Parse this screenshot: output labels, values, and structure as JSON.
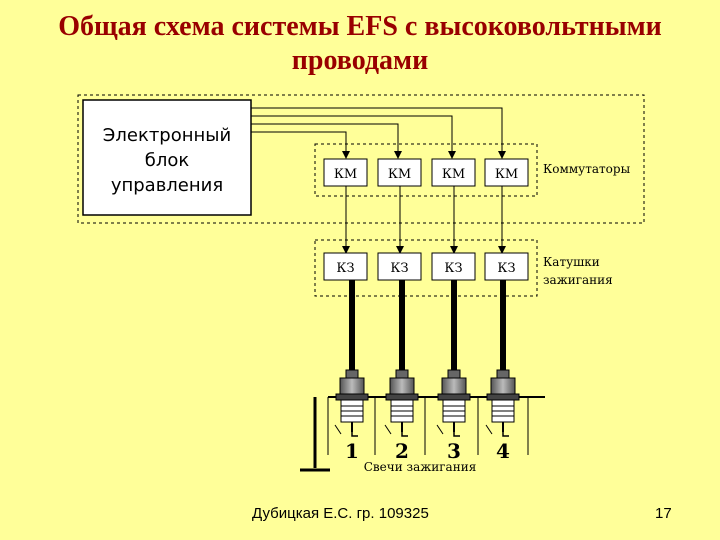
{
  "slide": {
    "title": "Общая схема системы EFS с высоковольтными проводами",
    "author": "Дубицкая Е.С. гр. 109325",
    "page_number": "17"
  },
  "diagram": {
    "ecu_label": [
      "Электронный",
      "блок",
      "управления"
    ],
    "switch_label": "КМ",
    "switches_group_label": "Коммутаторы",
    "coil_label": "КЗ",
    "coils_group_label": [
      "Катушки",
      "зажигания"
    ],
    "spark_plugs_label": "Свечи зажигания",
    "plug_numbers": [
      "1",
      "2",
      "3",
      "4"
    ]
  },
  "colors": {
    "background": "#FFFF99",
    "title": "#990000",
    "box_fill": "#FFFFFF"
  }
}
